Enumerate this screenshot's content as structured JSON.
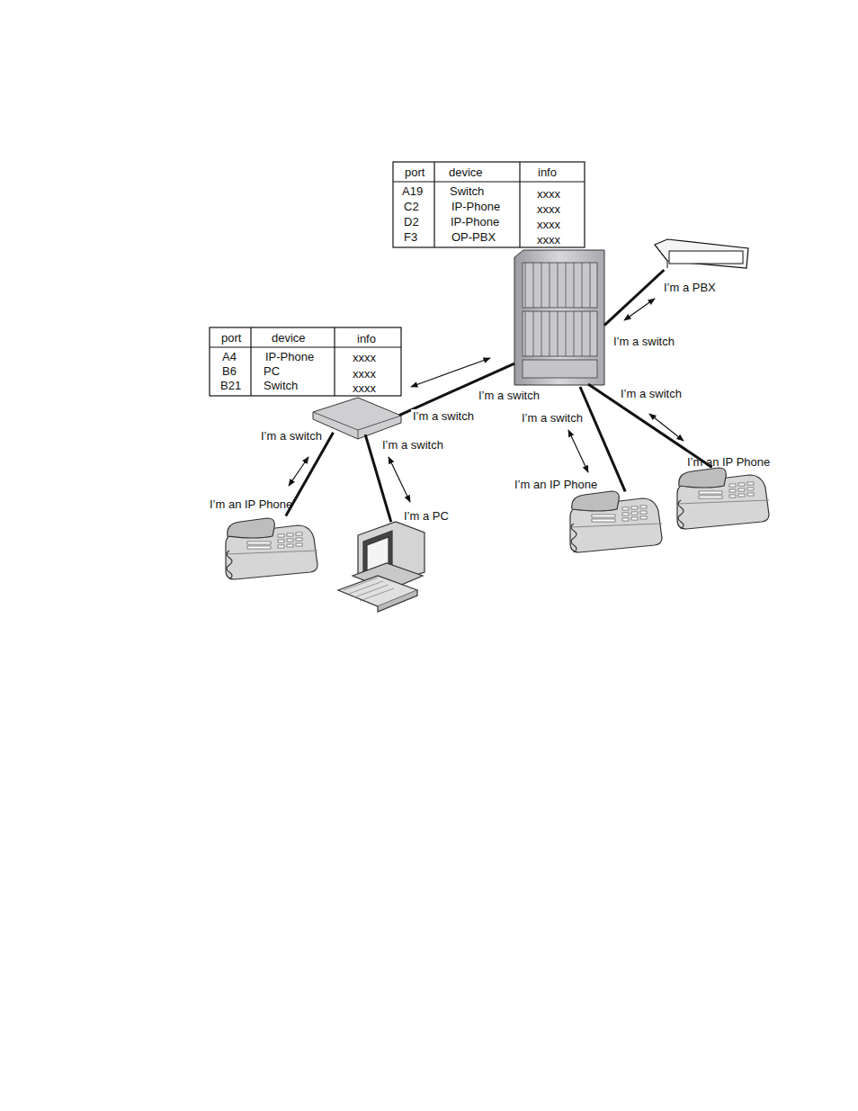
{
  "diagram": {
    "nodes": [
      {
        "text": [
          "I’m a PBX"
        ]
      },
      {
        "text": []
      },
      {
        "text": []
      },
      {
        "text": [
          "I’m an IP Phone"
        ]
      },
      {
        "text": [
          "I’m a PC"
        ]
      },
      {
        "text": [
          "I’m an IP Phone"
        ]
      },
      {
        "text": [
          "I’m an IP Phone"
        ]
      }
    ],
    "edges": [
      {
        "from": 1,
        "to": 0,
        "arrow": "none",
        "label": "I’m a switch"
      },
      {
        "from": 1,
        "to": 2,
        "arrow": "none",
        "label": "I’m a switch"
      },
      {
        "from": 2,
        "to": 3,
        "arrow": "none",
        "label": "I’m a switch"
      },
      {
        "from": 2,
        "to": 4,
        "arrow": "none",
        "label": "I’m a switch"
      },
      {
        "from": 1,
        "to": 5,
        "arrow": "none",
        "label": "I’m a switch"
      },
      {
        "from": 1,
        "to": 6,
        "arrow": "none",
        "label": "I’m a switch"
      }
    ],
    "labels": [
      "port",
      "device",
      "info",
      "A19",
      "Switch",
      "xxxx",
      "C2",
      "IP-Phone",
      "xxxx",
      "D2",
      "IP-Phone",
      "xxxx",
      "F3",
      "OP-PBX",
      "xxxx",
      "port",
      "device",
      "info",
      "A4",
      "IP-Phone",
      "xxxx",
      "B6",
      "PC",
      "xxxx",
      "B21",
      "Switch",
      "xxxx",
      "I’m a switch"
    ]
  }
}
